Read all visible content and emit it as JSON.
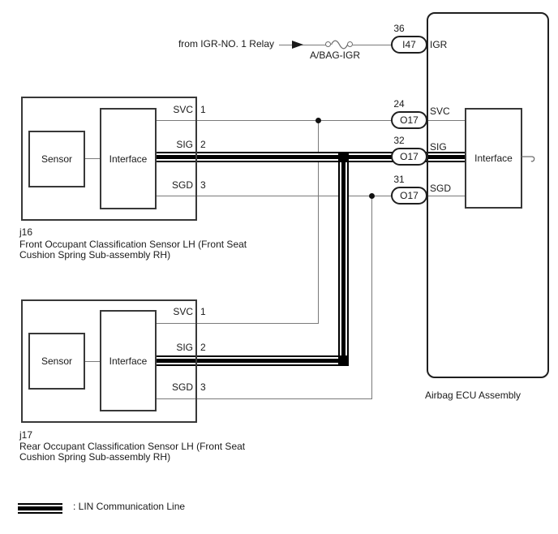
{
  "colors": {
    "background": "#ffffff",
    "wire": "#7a7a7a",
    "box_border": "#383838",
    "outline": "#1f1f1f",
    "lin_line": "#000000",
    "text": "#1a1a1a"
  },
  "relay_feed": {
    "source_label": "from IGR-NO. 1 Relay",
    "fuse_label": "A/BAG-IGR"
  },
  "ecu": {
    "label": "Airbag ECU Assembly",
    "interface_label": "Interface",
    "power_terminal": {
      "pin": "36",
      "connector": "I47",
      "name": "IGR"
    },
    "terminals": [
      {
        "pin": "24",
        "connector": "O17",
        "name": "SVC"
      },
      {
        "pin": "32",
        "connector": "O17",
        "name": "SIG"
      },
      {
        "pin": "31",
        "connector": "O17",
        "name": "SGD"
      }
    ]
  },
  "sensors": [
    {
      "id": "j16",
      "caption_line1": "Front Occupant Classification Sensor LH (Front Seat",
      "caption_line2": "Cushion Spring Sub-assembly RH)",
      "sensor_label": "Sensor",
      "interface_label": "Interface",
      "terminals": [
        {
          "name": "SVC",
          "pin": "1"
        },
        {
          "name": "SIG",
          "pin": "2"
        },
        {
          "name": "SGD",
          "pin": "3"
        }
      ]
    },
    {
      "id": "j17",
      "caption_line1": "Rear Occupant Classification Sensor LH (Front Seat",
      "caption_line2": "Cushion Spring Sub-assembly RH)",
      "sensor_label": "Sensor",
      "interface_label": "Interface",
      "terminals": [
        {
          "name": "SVC",
          "pin": "1"
        },
        {
          "name": "SIG",
          "pin": "2"
        },
        {
          "name": "SGD",
          "pin": "3"
        }
      ]
    }
  ],
  "legend": {
    "label": ": LIN Communication Line"
  }
}
